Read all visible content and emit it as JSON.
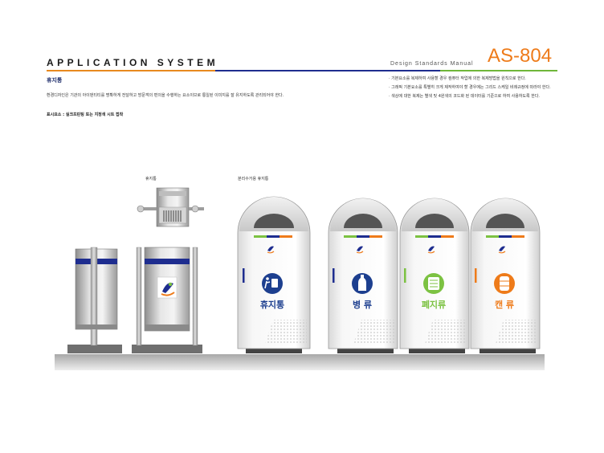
{
  "header": {
    "title": "APPLICATION SYSTEM",
    "manual": "Design Standards Manual",
    "code": "AS-804"
  },
  "page": {
    "subtitle": "휴지통",
    "description": "환경디자인은 기관의 아이덴티티를 명확하게 전달하고 방문객의 편의을 수행하는 요소이므로 통일된 이미지를 잘 유지하도록 관리되어야 한다.",
    "material": "표시요소 : 실크프린팅 또는 지정색 시트 접착"
  },
  "notes": [
    "· 기본요소를 복제하여 사용할 경우 컴퓨터 작업에 의한 복제방법을 원칙으로 한다.",
    "· 그래픽 기본요소를 특별히 크게 제작하여야 할 경우에는 그리드 스케일 비례규정에 따라야 한다.",
    "· 색상에 대한 복제는 별색 및 4원색의 코드화 된 데이터를 기준으로 하여 사용하도록 한다."
  ],
  "captions": {
    "trash_bin": "휴지통",
    "recycle_bins": "분리수거용 휴지통"
  },
  "bins": [
    {
      "label": "휴지통",
      "icon": "trash-person-icon",
      "color": "#1d3f8f"
    },
    {
      "label": "병 류",
      "icon": "bottle-icon",
      "color": "#1d3f8f"
    },
    {
      "label": "폐지류",
      "icon": "paper-icon",
      "color": "#7cc242"
    },
    {
      "label": "캔 류",
      "icon": "can-icon",
      "color": "#ee7b1a"
    }
  ],
  "colors": {
    "brand_blue": "#1e2d8f",
    "green": "#7cc242",
    "orange": "#ee7b1a",
    "navy": "#1e2d6b"
  }
}
